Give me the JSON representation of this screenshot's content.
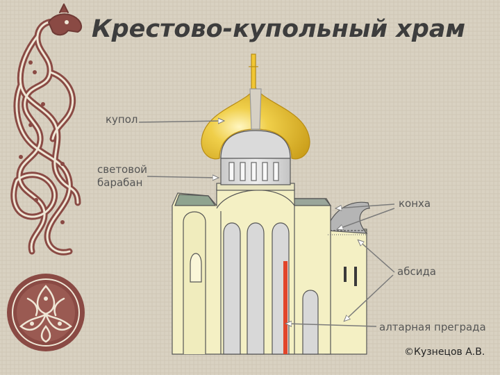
{
  "slide": {
    "title": "Крестово-купольный храм",
    "background_color": "#d9d2c2",
    "ornament_color": "#8a4a44",
    "credit": "©Кузнецов А.В."
  },
  "labels": {
    "dome": "купол",
    "drum_line1": "световой",
    "drum_line2": "барабан",
    "concha": "конха",
    "apse": "абсида",
    "altar_barrier": "алтарная преграда"
  },
  "colors": {
    "dome_gold": "#e8c23a",
    "wall_yellow": "#f4f0c4",
    "drum_gray": "#d8d8d8",
    "concha_gray": "#b5b5b5",
    "barrier_red": "#e2452a",
    "arrow_gray": "#808080"
  }
}
